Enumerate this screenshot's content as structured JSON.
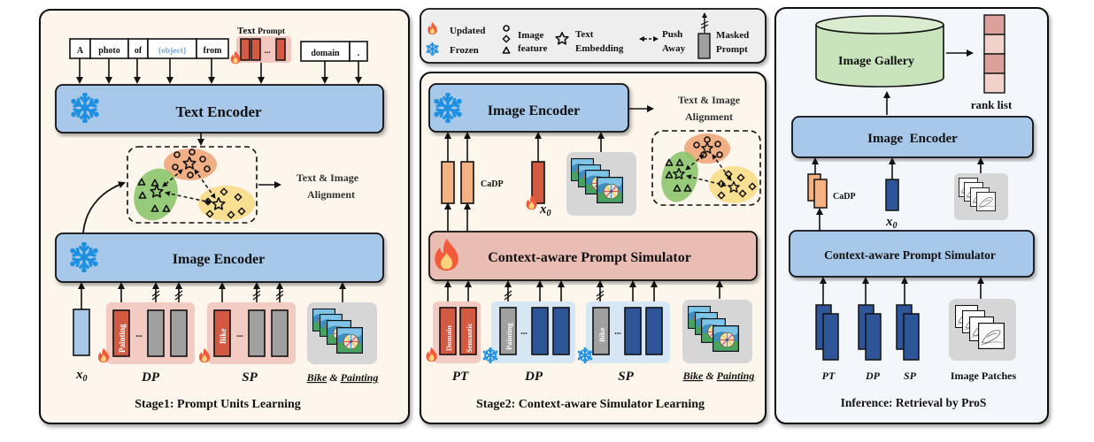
{
  "legend": {
    "updated": "Updated",
    "frozen": "Frozen",
    "image_feature_1": "Image",
    "image_feature_2": "feature",
    "text_embedding_1": "Text",
    "text_embedding_2": "Embedding",
    "push_away_1": "Push",
    "push_away_2": "Away",
    "masked_prompt_1": "Masked",
    "masked_prompt_2": "Prompt"
  },
  "stage1": {
    "title": "Stage1: Prompt Units Learning",
    "tokens": [
      "A",
      "photo",
      "of",
      "{object}",
      "from"
    ],
    "tokens_right": [
      "domain",
      "."
    ],
    "text_prompt_label_1": "Text",
    "text_prompt_label_2": "Prompt",
    "ellipsis": "...",
    "text_encoder": "Text Encoder",
    "image_encoder": "Image Encoder",
    "alignment_1": "Text & Image",
    "alignment_2": "Alignment",
    "x0": "x",
    "x0_sub": "0",
    "dp_label": "DP",
    "sp_label": "SP",
    "dp_unit": "Painting",
    "sp_unit": "Bike",
    "images_caption_a": "Bike",
    "images_caption_amp": "&",
    "images_caption_b": "Painting"
  },
  "stage2": {
    "title": "Stage2: Context-aware Simulator Learning",
    "image_encoder": "Image Encoder",
    "alignment_1": "Text & Image",
    "alignment_2": "Alignment",
    "cadp": "CaDP",
    "x0": "x",
    "x0_sub": "0",
    "simulator": "Context-aware Prompt Simulator",
    "pt_units": [
      "Domain",
      "Semantic"
    ],
    "dp_unit": "Painting",
    "sp_unit": "Bike",
    "ellipsis": "...",
    "pt_label": "PT",
    "dp_label": "DP",
    "sp_label": "SP",
    "images_caption_a": "Bike",
    "images_caption_amp": "&",
    "images_caption_b": "Painting"
  },
  "inference": {
    "title": "Inference: Retrieval by ProS",
    "gallery": "Image Gallery",
    "rank_list": "rank list",
    "image_encoder": "Image  Encoder",
    "cadp": "CaDP",
    "x0": "x",
    "x0_sub": "0",
    "simulator": "Context-aware Prompt Simulator",
    "pt_label": "PT",
    "dp_label": "DP",
    "sp_label": "SP",
    "patches_label": "Image Patches"
  },
  "colors": {
    "panel_warm": "#fdf6ec",
    "panel_cool": "#f3f6fb",
    "legend_bg": "#eeeeee",
    "encoder_blue": "#a7c8e8",
    "simulator_pink": "#e9bcb4",
    "prompt_red": "#d35a42",
    "prompt_gray": "#a0a0a0",
    "prompt_navy": "#2e5597",
    "cadp_orange": "#f4b183",
    "gallery_green": "#c9e3bd",
    "snow": "#1f8fe0"
  }
}
